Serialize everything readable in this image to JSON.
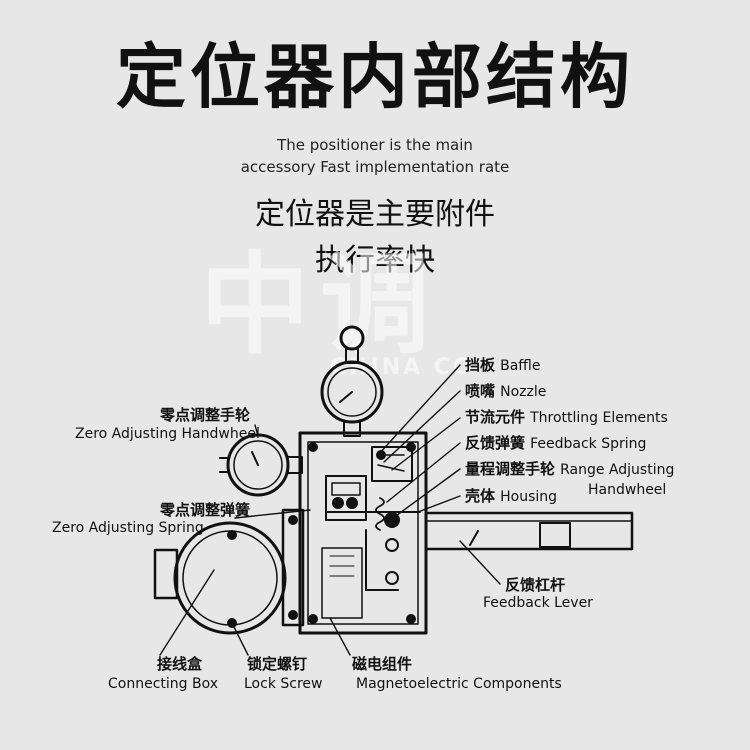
{
  "title": "定位器内部结构",
  "subtitle_en_line1": "The positioner is the main",
  "subtitle_en_line2": "accessory Fast implementation rate",
  "subtitle_cn_line1": "定位器是主要附件",
  "subtitle_cn_line2": "执行率快",
  "watermark": "中调",
  "watermark_sub": "CHINA CO",
  "labels": {
    "baffle_cn": "挡板",
    "baffle_en": "Baffle",
    "nozzle_cn": "喷嘴",
    "nozzle_en": "Nozzle",
    "throttling_cn": "节流元件",
    "throttling_en": "Throttling Elements",
    "feedback_spring_cn": "反馈弹簧",
    "feedback_spring_en": "Feedback Spring",
    "range_cn": "量程调整手轮",
    "range_en_1": "Range Adjusting",
    "range_en_2": "Handwheel",
    "housing_cn": "壳体",
    "housing_en": "Housing",
    "feedback_lever_cn": "反馈杠杆",
    "feedback_lever_en": "Feedback Lever",
    "zero_handwheel_cn": "零点调整手轮",
    "zero_handwheel_en": "Zero Adjusting Handwheel",
    "zero_spring_cn": "零点调整弹簧",
    "zero_spring_en": "Zero Adjusting Spring",
    "connecting_box_cn": "接线盒",
    "connecting_box_en": "Connecting Box",
    "lock_screw_cn": "锁定螺钉",
    "lock_screw_en": "Lock Screw",
    "magneto_cn": "磁电组件",
    "magneto_en": "Magnetoelectric Components"
  }
}
